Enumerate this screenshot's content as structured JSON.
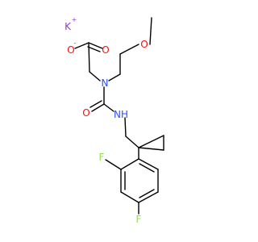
{
  "molecule": {
    "colors": {
      "bond": "#000000",
      "carbon": "#000000",
      "oxygen": "#ff0d0d",
      "nitrogen": "#3050f8",
      "fluorine": "#90e050",
      "potassium": "#8f40d4"
    },
    "atoms": {
      "k": {
        "symbol": "K",
        "charge": "+"
      },
      "o_minus": {
        "symbol": "O",
        "charge": "-"
      },
      "o_carbonyl_acid": {
        "symbol": "O"
      },
      "o_ether": {
        "symbol": "O"
      },
      "n_tertiary": {
        "symbol": "N"
      },
      "o_urea": {
        "symbol": "O"
      },
      "nh": {
        "symbol": "NH"
      },
      "f_ortho": {
        "symbol": "F"
      },
      "f_para": {
        "symbol": "F"
      }
    }
  }
}
